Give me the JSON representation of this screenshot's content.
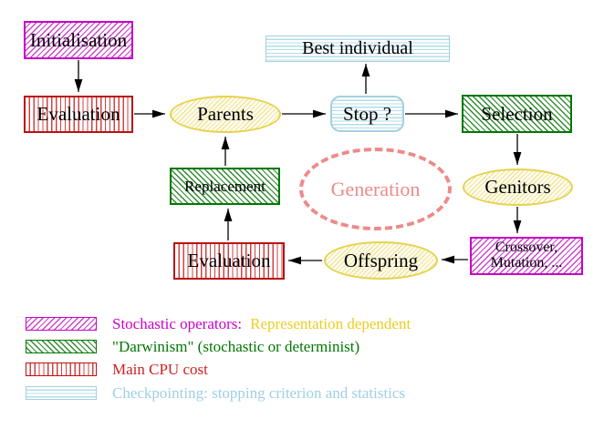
{
  "nodes": {
    "initialisation": "Initialisation",
    "evaluation_top": "Evaluation",
    "parents": "Parents",
    "stop": "Stop ?",
    "best_individual": "Best individual",
    "selection": "Selection",
    "genitors": "Genitors",
    "crossover_line1": "Crossover,",
    "crossover_line2": "Mutation, ...",
    "offspring": "Offspring",
    "evaluation_bottom": "Evaluation",
    "replacement": "Replacement",
    "generation": "Generation"
  },
  "legend": {
    "stochastic_label": "Stochastic operators:",
    "stochastic_note": "Representation dependent",
    "darwinism": "\"Darwinism\" (stochastic or determinist)",
    "cpu": "Main CPU cost",
    "checkpoint": "Checkpointing: stopping criterion and statistics"
  },
  "colors": {
    "magenta": "#cc00cc",
    "green": "#007700",
    "red": "#cc2222",
    "cyan": "#9fcfe8",
    "gold": "#eecc22",
    "salmon": "#ee8a8a",
    "yellow_border": "#e6d24e",
    "text": "#000000"
  }
}
